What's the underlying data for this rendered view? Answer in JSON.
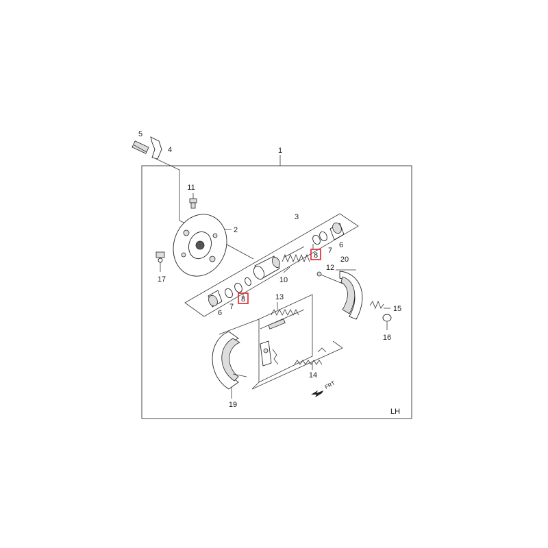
{
  "diagram": {
    "corner_label": "LH",
    "direction_label": "FRT",
    "callouts": [
      "1",
      "2",
      "3",
      "4",
      "5",
      "6",
      "6",
      "7",
      "7",
      "8",
      "8",
      "10",
      "11",
      "12",
      "13",
      "14",
      "15",
      "16",
      "17",
      "19",
      "20"
    ],
    "highlight_color": "#e0202a"
  }
}
